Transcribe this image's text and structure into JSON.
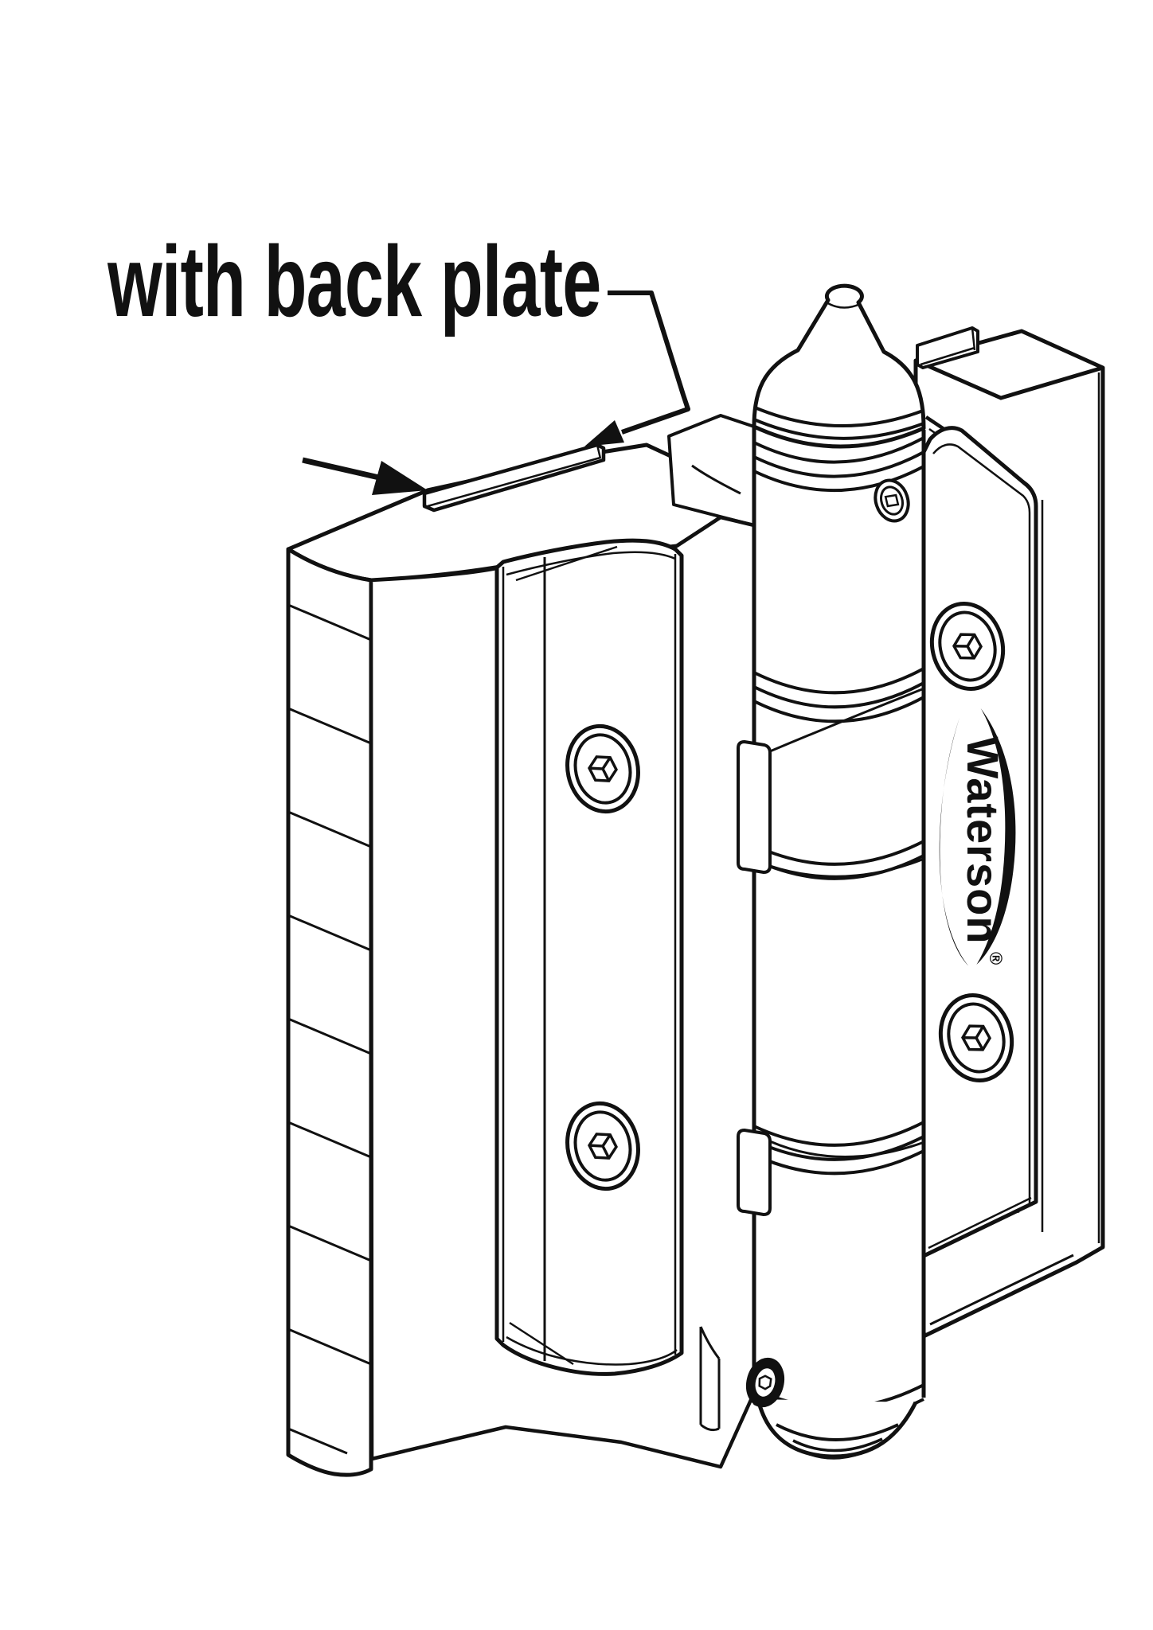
{
  "page": {
    "background_color": "#ffffff",
    "line_color": "#111111",
    "type": "isometric technical line drawing of a door hinge"
  },
  "annotation": {
    "label": "with back plate",
    "leader_arrow_icon": "bent-leader-arrow",
    "pointer_arrow_icon": "horizontal-pointer-arrow"
  },
  "hinge": {
    "brand_logo": {
      "text": "Waterson",
      "registered_mark": "®",
      "shape": "oval-swoosh"
    },
    "visible_screws": {
      "leaf_screws": 4,
      "set_screws": 2,
      "socket_style": "security-hex"
    }
  }
}
